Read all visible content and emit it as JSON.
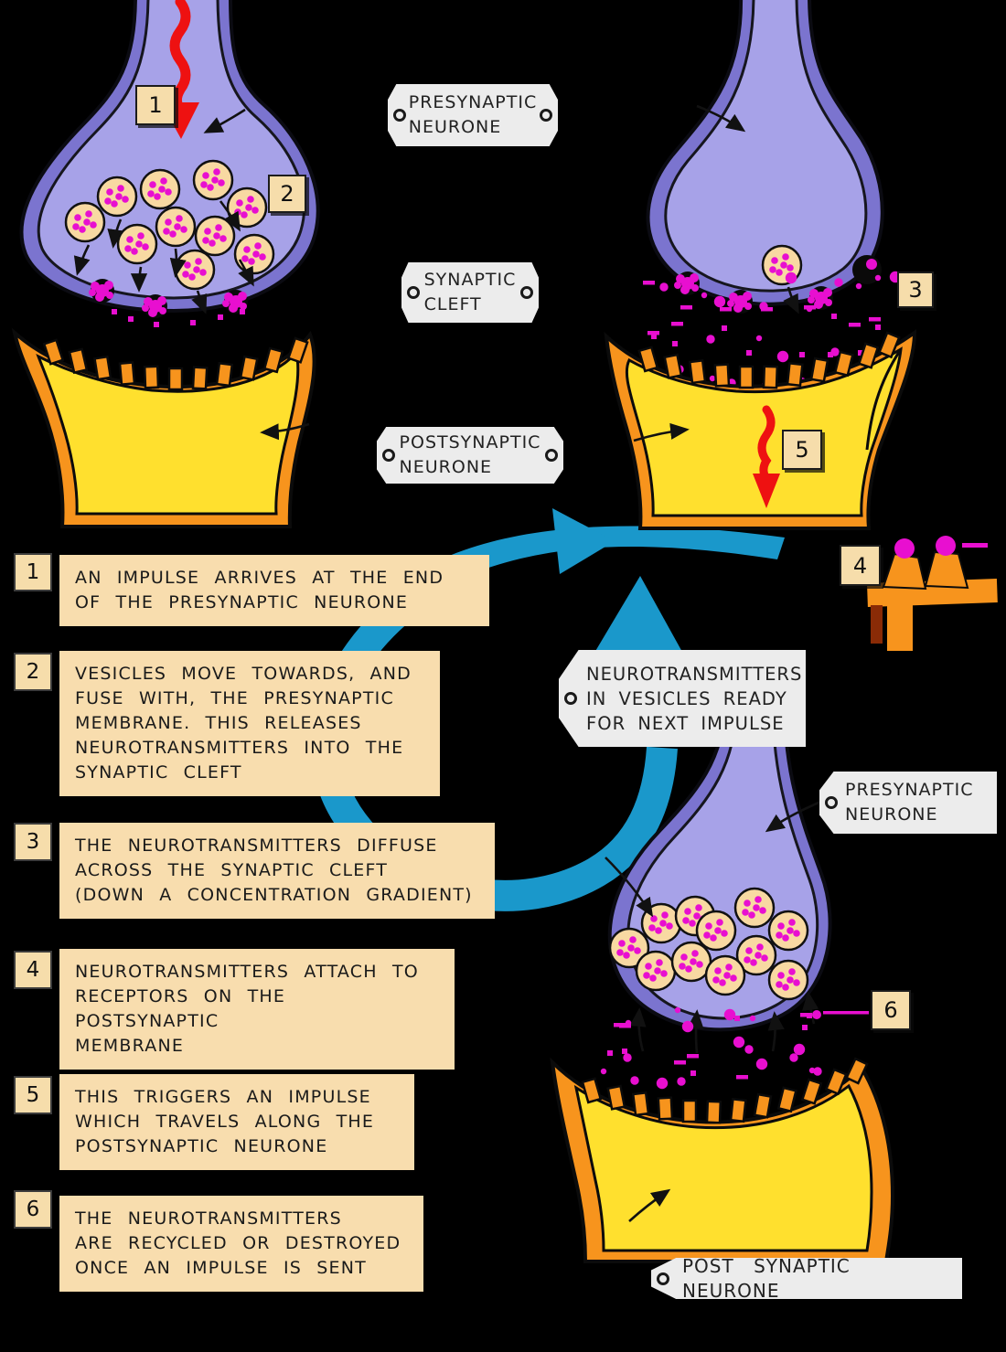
{
  "colors": {
    "bg": "#000000",
    "membrane": "#7b74cf",
    "axoplasm": "#a7a2e8",
    "vesicle": "#f8d9a2",
    "transmitter": "#e80fd0",
    "yellowCell": "#ffe02e",
    "orangeBorder": "#f7941d",
    "redArrow": "#ee1111",
    "blueCycle": "#1a98cb",
    "boxPeach": "#f8ddae",
    "tagGray": "#ececec",
    "numSquare": "#f6ddab"
  },
  "tags": {
    "presynaptic_top": "PRESYNAPTIC\nNEURONE",
    "synaptic_cleft": "SYNAPTIC\nCLEFT",
    "postsynaptic_mid": "POSTSYNAPTIC\nNEURONE",
    "recycle": "NEUROTRANSMITTERS\nIN VESICLES READY\nFOR NEXT IMPULSE",
    "presynaptic_bottom": "PRESYNAPTIC\nNEURONE",
    "postsynaptic_bottom": "POST SYNAPTIC NEURONE"
  },
  "markers": {
    "m1": "1",
    "m2": "2",
    "m3": "3",
    "m4": "4",
    "m5": "5",
    "m6": "6"
  },
  "steps": [
    {
      "num": "1",
      "text": "AN IMPULSE ARRIVES AT THE END\nOF THE PRESYNAPTIC NEURONE"
    },
    {
      "num": "2",
      "text": "VESICLES MOVE TOWARDS, AND\nFUSE WITH, THE PRESYNAPTIC\nMEMBRANE. THIS RELEASES\nNEUROTRANSMITTERS INTO THE\nSYNAPTIC CLEFT"
    },
    {
      "num": "3",
      "text": "THE NEUROTRANSMITTERS DIFFUSE\nACROSS THE SYNAPTIC CLEFT\n(DOWN A CONCENTRATION GRADIENT)"
    },
    {
      "num": "4",
      "text": "NEUROTRANSMITTERS ATTACH TO\nRECEPTORS ON THE POSTSYNAPTIC\nMEMBRANE"
    },
    {
      "num": "5",
      "text": "THIS TRIGGERS AN IMPULSE\nWHICH TRAVELS ALONG THE\nPOSTSYNAPTIC NEURONE"
    },
    {
      "num": "6",
      "text": "THE NEUROTRANSMITTERS\nARE RECYCLED OR DESTROYED\nONCE AN IMPULSE IS SENT"
    }
  ]
}
